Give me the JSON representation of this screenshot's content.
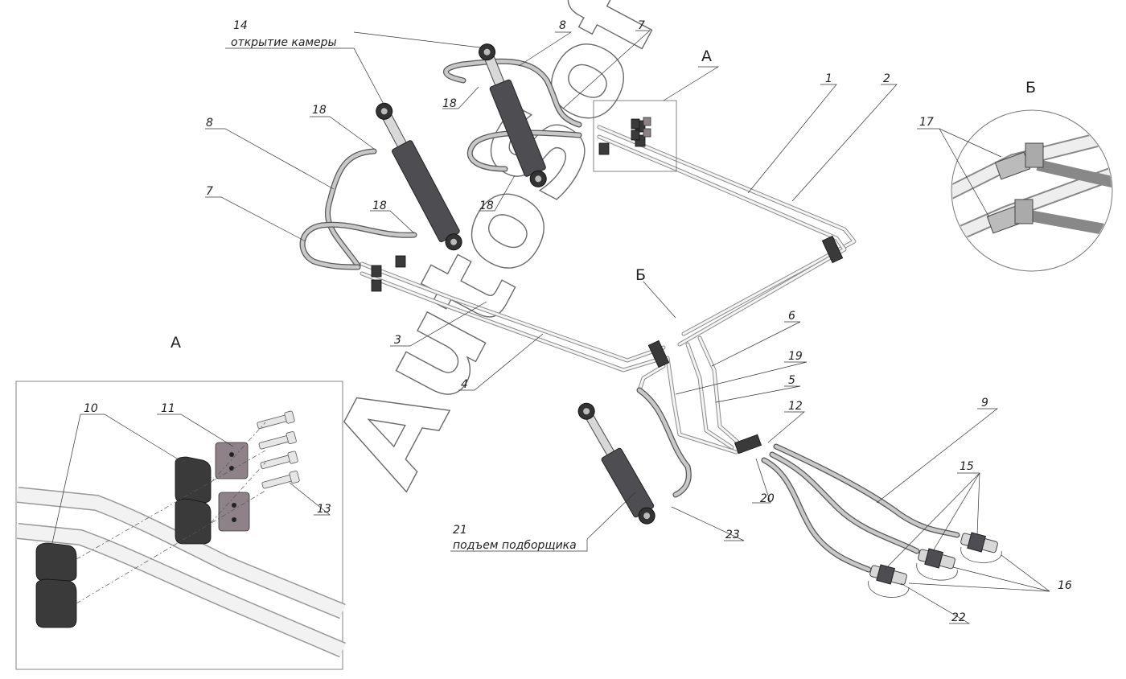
{
  "section_letters": {
    "top_a": "А",
    "bottom_a": "А",
    "right_b": "Б",
    "center_b": "Б"
  },
  "callouts": [
    {
      "id": "c14",
      "text": "14"
    },
    {
      "id": "c8a",
      "text": "8"
    },
    {
      "id": "c7a",
      "text": "7"
    },
    {
      "id": "c18a",
      "text": "18"
    },
    {
      "id": "c18b",
      "text": "18"
    },
    {
      "id": "c8b",
      "text": "8"
    },
    {
      "id": "c18c",
      "text": "18"
    },
    {
      "id": "c7b",
      "text": "7"
    },
    {
      "id": "c18d",
      "text": "18"
    },
    {
      "id": "c1",
      "text": "1"
    },
    {
      "id": "c2",
      "text": "2"
    },
    {
      "id": "c17",
      "text": "17"
    },
    {
      "id": "c3",
      "text": "3"
    },
    {
      "id": "c4",
      "text": "4"
    },
    {
      "id": "c6",
      "text": "6"
    },
    {
      "id": "c19",
      "text": "19"
    },
    {
      "id": "c5",
      "text": "5"
    },
    {
      "id": "c12",
      "text": "12"
    },
    {
      "id": "c9",
      "text": "9"
    },
    {
      "id": "c10",
      "text": "10"
    },
    {
      "id": "c11",
      "text": "11"
    },
    {
      "id": "c13",
      "text": "13"
    },
    {
      "id": "c20",
      "text": "20"
    },
    {
      "id": "c15",
      "text": "15"
    },
    {
      "id": "c21",
      "text": "21"
    },
    {
      "id": "c23",
      "text": "23"
    },
    {
      "id": "c16",
      "text": "16"
    },
    {
      "id": "c22",
      "text": "22"
    }
  ],
  "captions": {
    "chamber_open": "открытие камеры",
    "pickup_lift": "подъем подборщика"
  },
  "watermark": "AutoSoft",
  "colors": {
    "hose": "#555555",
    "cylinder": "#4e4e52",
    "clamp": "#3a3a3a",
    "plate": "#8e8288"
  }
}
